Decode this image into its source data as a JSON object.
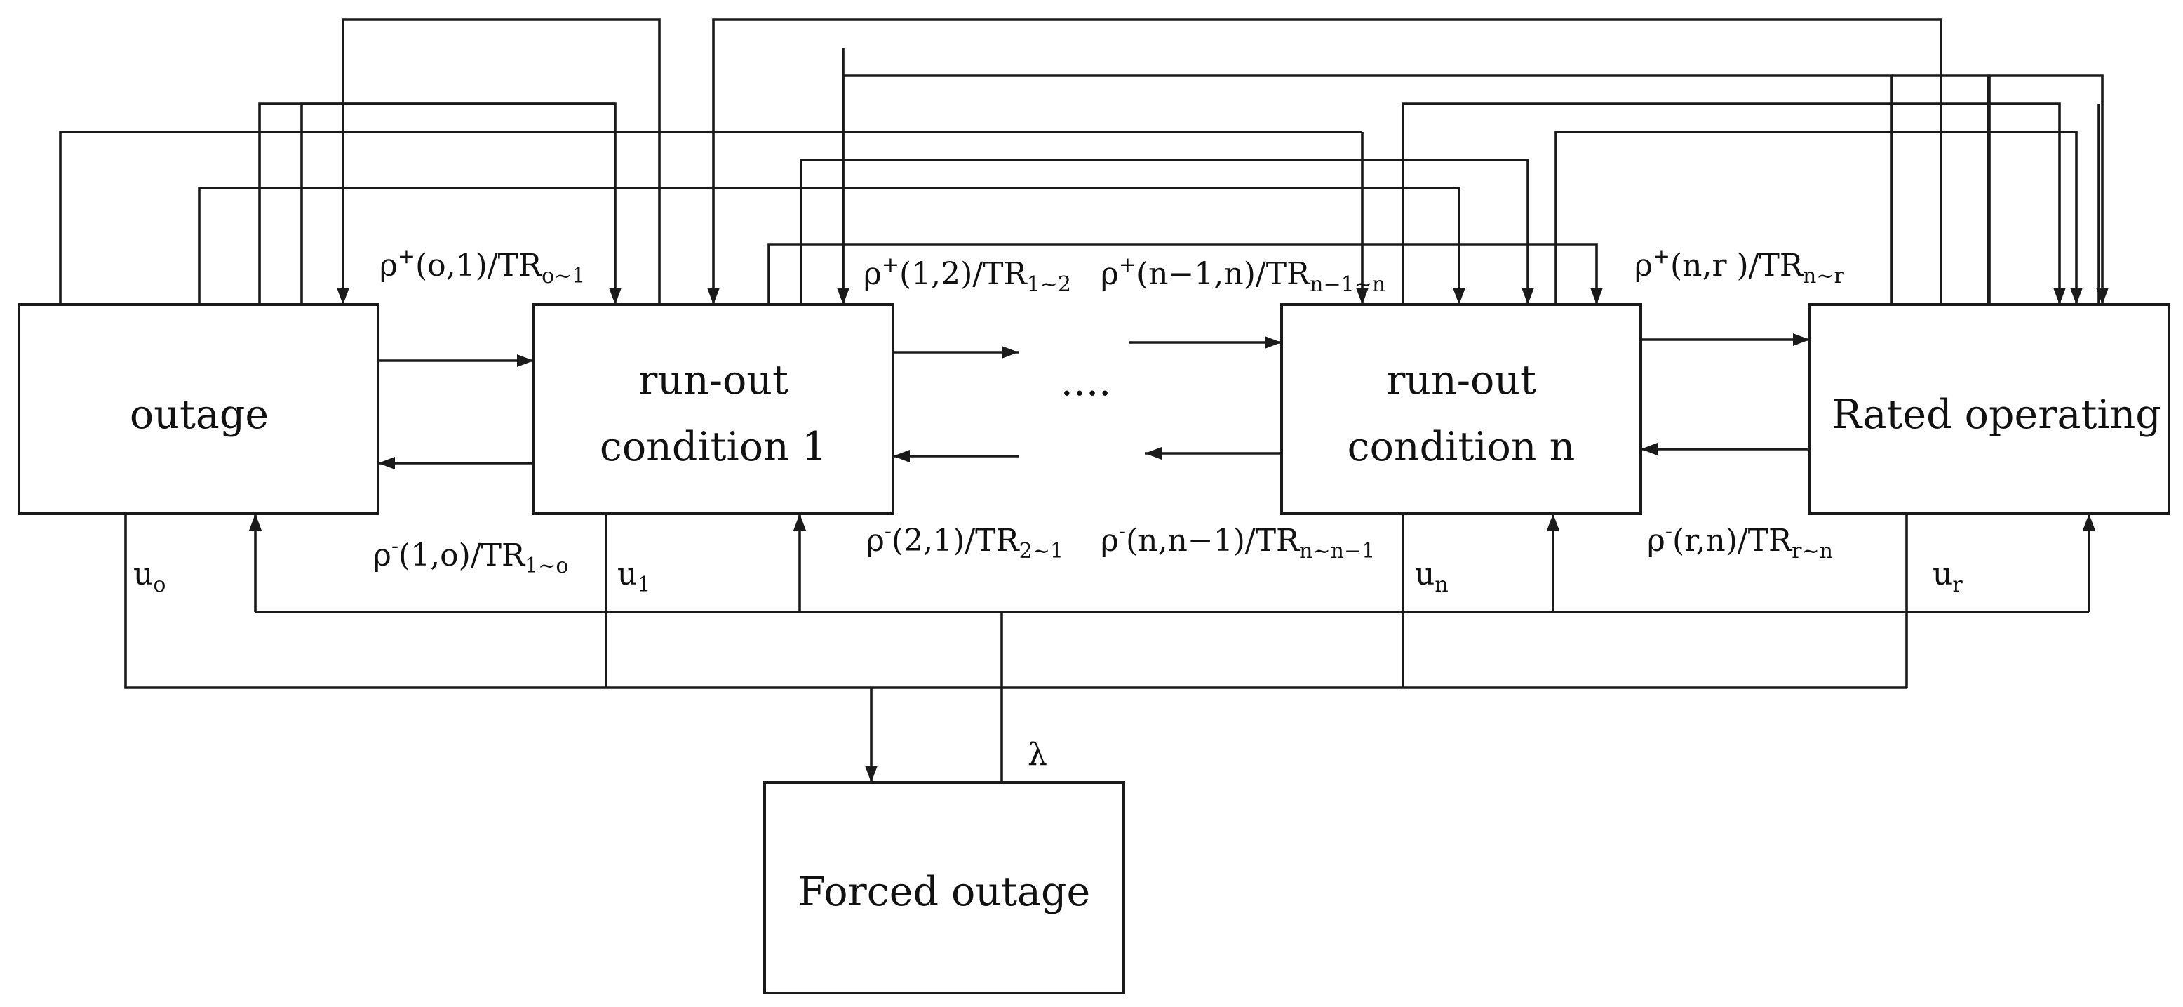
{
  "states": {
    "outage": [
      "outage"
    ],
    "condition_1": [
      "run-out",
      "condition 1"
    ],
    "ellipsis": "....",
    "condition_n": [
      "run-out",
      "condition n"
    ],
    "rated": [
      "Rated operating"
    ],
    "forced": [
      "Forced outage"
    ]
  },
  "labels": {
    "rho_o1": {
      "base": "ρ",
      "sup": "+",
      "text": "(o,1)/TR",
      "sub": "o~1"
    },
    "rho_12": {
      "base": "ρ",
      "sup": "+",
      "text": "(1,2)/TR",
      "sub": "1~2"
    },
    "rho_n1n": {
      "base": "ρ",
      "sup": "+",
      "text": "(n−1,n)/TR",
      "sub": "n−1~n"
    },
    "rho_nr": {
      "base": "ρ",
      "sup": "+",
      "text": "(n,r )/TR",
      "sub": "n~r"
    },
    "rho_1o": {
      "base": "ρ",
      "sup": "-",
      "text": "(1,o)/TR",
      "sub": "1~o"
    },
    "rho_21": {
      "base": "ρ",
      "sup": "-",
      "text": "(2,1)/TR",
      "sub": "2~1"
    },
    "rho_nn1": {
      "base": "ρ",
      "sup": "-",
      "text": "(n,n−1)/TR",
      "sub": "n~n−1"
    },
    "rho_rn": {
      "base": "ρ",
      "sup": "-",
      "text": "(r,n)/TR",
      "sub": "r~n"
    },
    "u_o": {
      "base": "u",
      "sub": "o"
    },
    "u_1": {
      "base": "u",
      "sub": "1"
    },
    "u_n": {
      "base": "u",
      "sub": "n"
    },
    "u_r": {
      "base": "u",
      "sub": "r"
    },
    "lambda": "λ"
  }
}
